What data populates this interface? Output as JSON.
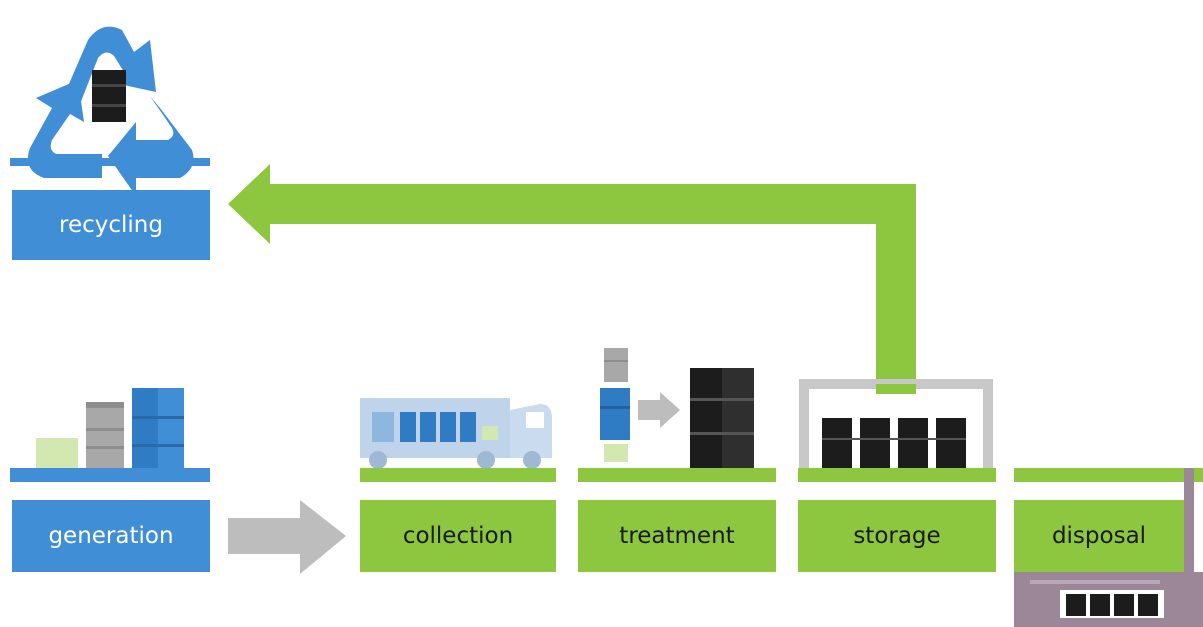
{
  "stages": {
    "recycling": "recycling",
    "generation": "generation",
    "collection": "collection",
    "treatment": "treatment",
    "storage": "storage",
    "disposal": "disposal"
  },
  "icons": {
    "recycle": "recycle-symbol-icon",
    "barrel": "barrel-icon",
    "truck": "truck-icon",
    "warehouse": "warehouse-icon",
    "factory": "disposal-facility-icon"
  },
  "colors": {
    "blue": "#3f8ed6",
    "green": "#8dc63f",
    "gray_arrow": "#bdbdbd",
    "barrel_black": "#1c1c1c",
    "facility_mauve": "#9b8797"
  }
}
